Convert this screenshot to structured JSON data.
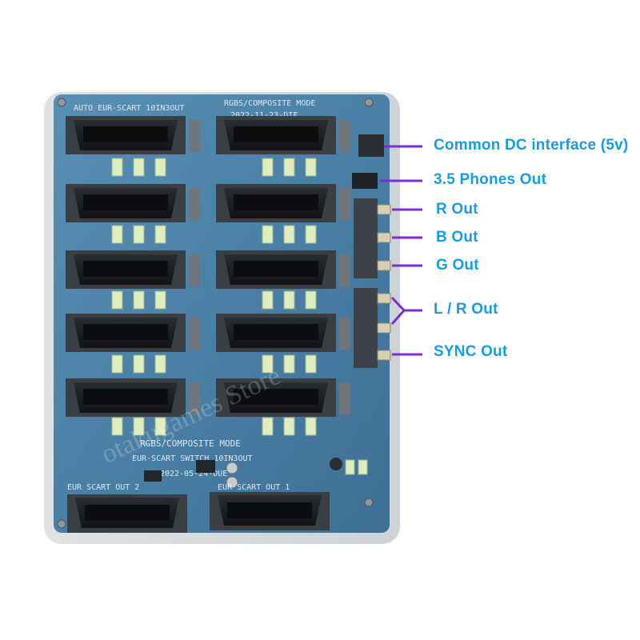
{
  "board": {
    "header_left": "AUTO EUR-SCART 10IN3OUT",
    "header_right": "RGBS/COMPOSITE MODE",
    "header_date": "2022-11-23-DIF",
    "lower_mode": "RGBS/COMPOSITE MODE",
    "lower_title": "EUR-SCART SWITCH 10IN3OUT",
    "lower_date": "2022-05-24-DUE",
    "out_left": "EUR SCART OUT 2",
    "out_right": "EUR SCART OUT 1",
    "watermark": "otakugames Store"
  },
  "labels": {
    "dc": "Common DC interface (5v)",
    "phones": "3.5 Phones Out",
    "r_out": "R Out",
    "b_out": "B Out",
    "g_out": "G Out",
    "lr_out": "L / R Out",
    "sync_out": "SYNC Out"
  },
  "colors": {
    "pcb": "#4f86ad",
    "connector": "#1b1d20",
    "capacitor": "#dfeec0",
    "callout_text": "#1a9be0",
    "callout_line": "#7b2fd3"
  }
}
